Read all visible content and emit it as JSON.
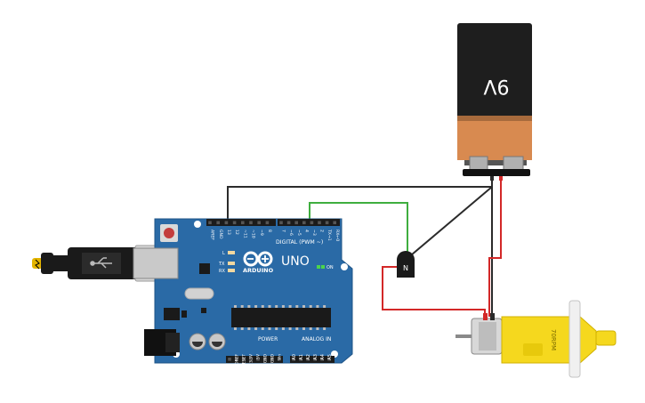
{
  "battery": {
    "label": "9V"
  },
  "arduino": {
    "brand": "ARDUINO",
    "model": "UNO",
    "digital_header": "DIGITAL (PWM ~)",
    "power_header": "POWER",
    "analog_header": "ANALOG IN",
    "led_l": "L",
    "led_tx": "TX",
    "led_rx": "RX",
    "on_label": "ON",
    "top_pins": [
      "AREF",
      "GND",
      "13",
      "12",
      "~11",
      "~10",
      "~9",
      "8",
      "7",
      "~6",
      "~5",
      "4",
      "~3",
      "2",
      "TX→1",
      "RX←0"
    ],
    "power_pins": [
      "IOREF",
      "RESET",
      "3.3V",
      "5V",
      "GND",
      "GND",
      "Vin"
    ],
    "analog_pins": [
      "A0",
      "A1",
      "A2",
      "A3",
      "A4",
      "A5"
    ]
  },
  "transistor": {
    "label": "N"
  },
  "motor": {
    "label": "70RPM"
  },
  "colors": {
    "board": "#2a6aa6",
    "wire_black": "#2b2b2b",
    "wire_red": "#d32828",
    "wire_green": "#3fae3f",
    "battery_body": "#1e1e1e",
    "battery_band": "#d88a50",
    "motor_yellow": "#f5d81e"
  }
}
